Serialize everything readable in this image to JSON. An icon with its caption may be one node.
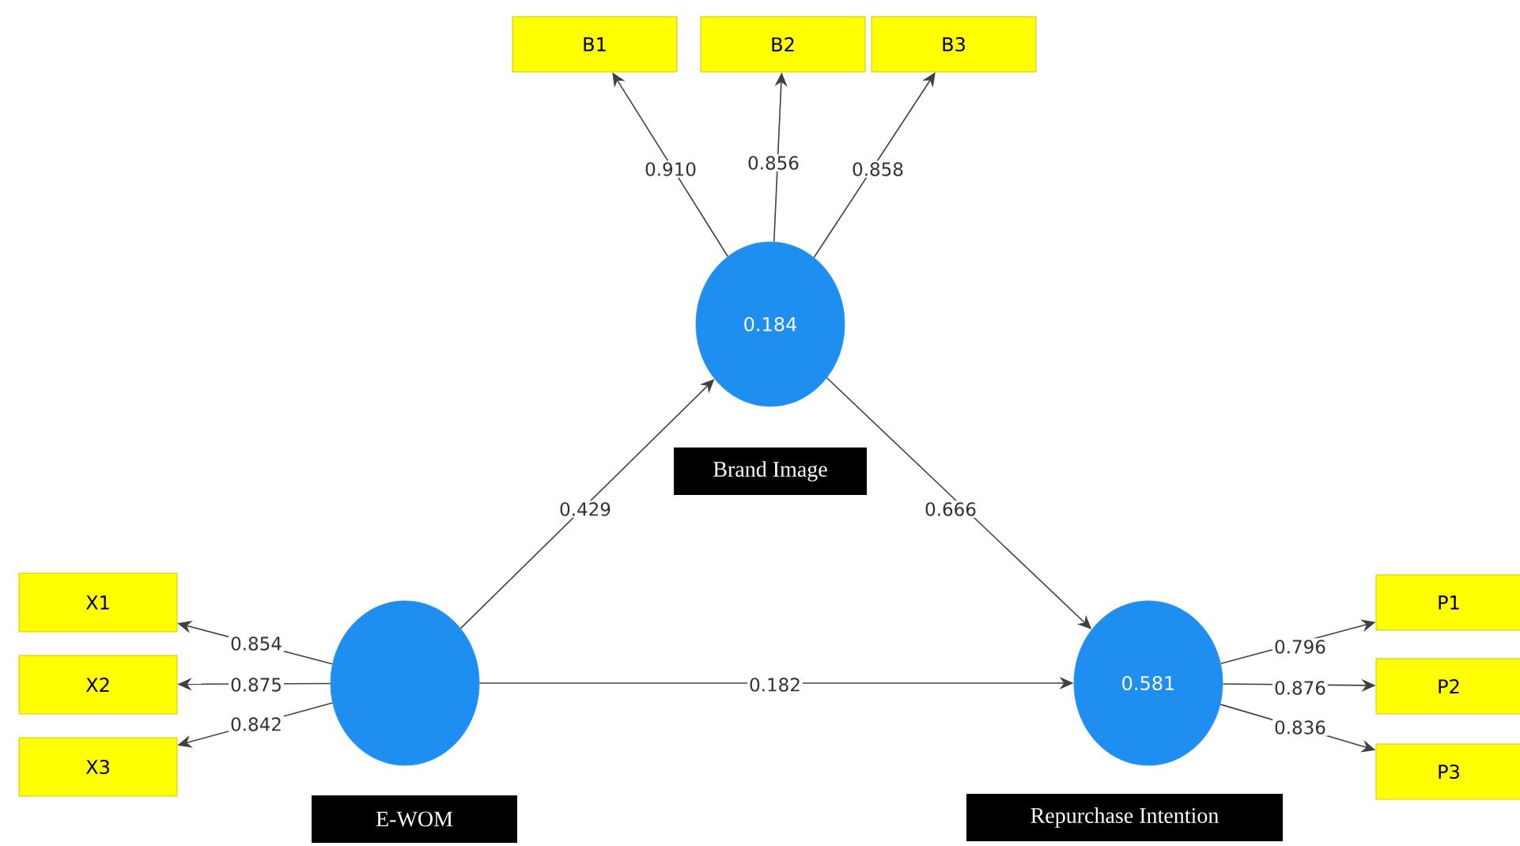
{
  "diagram": {
    "nodes": [
      {
        "text": [
          "B1"
        ]
      },
      {
        "text": [
          "B2"
        ]
      },
      {
        "text": [
          "B3"
        ]
      },
      {
        "text": [
          "0.184"
        ],
        "beside": [
          "Brand Image"
        ]
      },
      {
        "text": [
          "X1"
        ]
      },
      {
        "text": [
          "X2"
        ]
      },
      {
        "text": [
          "X3"
        ]
      },
      {
        "text": [],
        "shape": "circle",
        "beside": [
          "E-WOM"
        ]
      },
      {
        "text": [
          "0.581"
        ],
        "beside": [
          "Repurchase Intention"
        ]
      },
      {
        "text": [
          "P1"
        ]
      },
      {
        "text": [
          "P2"
        ]
      },
      {
        "text": [
          "P3"
        ]
      }
    ],
    "edges": [
      {
        "from": 3,
        "to": 0,
        "arrow": "to",
        "label": "0.910"
      },
      {
        "from": 3,
        "to": 1,
        "arrow": "to",
        "label": "0.856"
      },
      {
        "from": 3,
        "to": 2,
        "arrow": "to",
        "label": "0.858"
      },
      {
        "from": 7,
        "to": 3,
        "arrow": "to",
        "label": "0.429"
      },
      {
        "from": 3,
        "to": 8,
        "arrow": "to",
        "label": "0.666"
      },
      {
        "from": 7,
        "to": 8,
        "arrow": "to",
        "label": "0.182"
      },
      {
        "from": 7,
        "to": 4,
        "arrow": "to",
        "label": "0.854"
      },
      {
        "from": 7,
        "to": 5,
        "arrow": "to",
        "label": "0.875"
      },
      {
        "from": 7,
        "to": 6,
        "arrow": "to",
        "label": "0.842"
      },
      {
        "from": 8,
        "to": 9,
        "arrow": "to",
        "label": "0.796"
      },
      {
        "from": 8,
        "to": 10,
        "arrow": "to",
        "label": "0.876"
      },
      {
        "from": 8,
        "to": 11,
        "arrow": "to",
        "label": "0.836"
      }
    ]
  }
}
